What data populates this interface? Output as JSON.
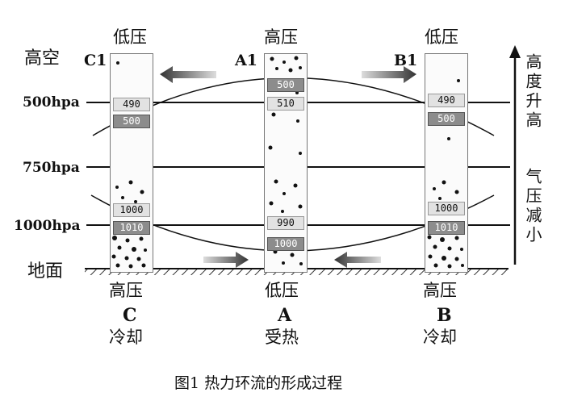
{
  "caption": "图1 热力环流的形成过程",
  "top_labels": {
    "c": "低压",
    "a": "高压",
    "b": "低压"
  },
  "bottom_labels": {
    "c": "高压",
    "a": "低压",
    "b": "高压"
  },
  "letters": {
    "c": "C",
    "a": "A",
    "b": "B"
  },
  "conditions": {
    "c": "冷却",
    "a": "受热",
    "b": "冷却"
  },
  "points": {
    "c1": "C1",
    "a1": "A1",
    "b1": "B1"
  },
  "left_labels": {
    "high_altitude": "高空",
    "level_500": "500hpa",
    "level_750": "750hpa",
    "level_1000": "1000hpa",
    "ground": "地面"
  },
  "right_labels": {
    "height_rises": "高度升高",
    "pressure_decreases": "气压减小"
  },
  "values": {
    "c_upper_light": "490",
    "c_upper_dark": "500",
    "c_lower_light": "1000",
    "c_lower_dark": "1010",
    "a_upper_dark": "500",
    "a_upper_light": "510",
    "a_lower_light": "990",
    "a_lower_dark": "1000",
    "b_upper_light": "490",
    "b_upper_dark": "500",
    "b_lower_light": "1000",
    "b_lower_dark": "1010"
  }
}
